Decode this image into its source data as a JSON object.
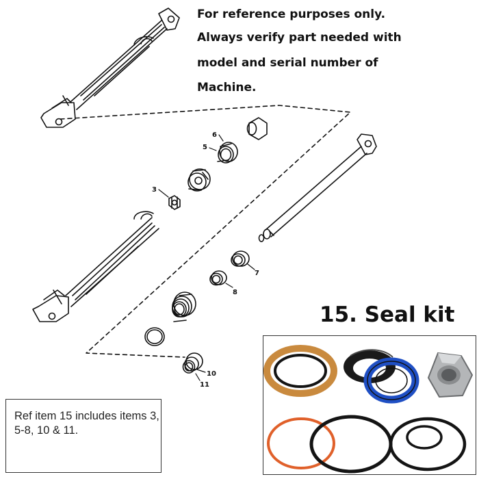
{
  "reference_note": {
    "lines": [
      "For reference purposes only.",
      "Always verify part needed with",
      "model and serial number of",
      "Machine."
    ]
  },
  "kit_title": "15. Seal kit",
  "ref_note": "Ref item 15 includes items 3, 5-8, 10 & 11.",
  "callouts": {
    "item3": "3",
    "item5": "5",
    "item6": "6",
    "item7": "7",
    "item8": "8",
    "item10": "10",
    "item11": "11"
  },
  "colors": {
    "line_art": "#111111",
    "ring_tan": "#c98a3e",
    "ring_orange": "#e0602a",
    "ring_blue": "#1f4fc4",
    "ring_black": "#141414",
    "nut_steel": "#b4b6b8"
  }
}
